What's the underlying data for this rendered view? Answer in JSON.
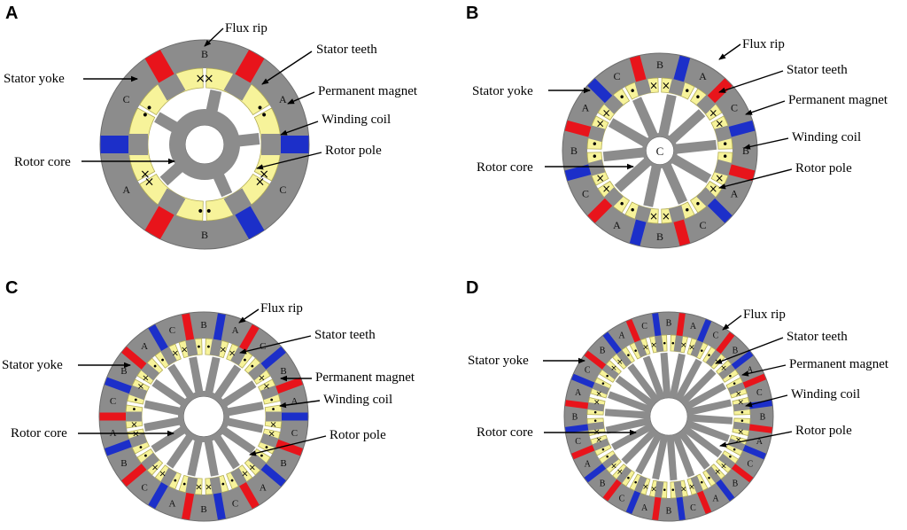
{
  "legend_colors": {
    "stator": "#8c8c8c",
    "stator_edge": "#6e6e6e",
    "rotor": "#8c8c8c",
    "coil": "#f7f39a",
    "coil_edge": "#b3ad55",
    "magnet_red": "#e8141b",
    "magnet_blue": "#1c2fc9",
    "background": "#ffffff"
  },
  "callout_texts": {
    "flux_rip": "Flux rip",
    "stator_teeth": "Stator teeth",
    "permanent_magnet": "Permanent magnet",
    "winding_coil": "Winding coil",
    "rotor_pole": "Rotor pole",
    "stator_yoke": "Stator yoke",
    "rotor_core": "Rotor core"
  },
  "winding_marks": {
    "dot": "•",
    "cross": "×"
  },
  "panels": [
    {
      "id": "A",
      "label": "A",
      "stator_slots": 6,
      "rotor_poles": 5,
      "magnet_sequence": [
        "red",
        "blue",
        "blue",
        "red",
        "blue",
        "red"
      ],
      "phase_labels": [
        "A",
        "C",
        "B",
        "A",
        "C",
        "B"
      ],
      "winding_pattern": [
        "×",
        "•",
        "×",
        "•",
        "×",
        "•"
      ],
      "center_label": ""
    },
    {
      "id": "B",
      "label": "B",
      "stator_slots": 12,
      "rotor_poles": 10,
      "magnet_sequence": [
        "blue",
        "red",
        "blue",
        "red",
        "blue",
        "red",
        "blue",
        "red",
        "blue",
        "red",
        "blue",
        "red"
      ],
      "phase_labels": [
        "A",
        "C",
        "B",
        "A",
        "C",
        "B",
        "A",
        "C",
        "B",
        "A",
        "C",
        "B"
      ],
      "winding_pattern": [
        "×",
        "•",
        "×",
        "•",
        "×",
        "•",
        "×",
        "•",
        "×",
        "•",
        "×",
        "•"
      ],
      "center_label": "C"
    },
    {
      "id": "C",
      "label": "C",
      "stator_slots": 18,
      "rotor_poles": 16,
      "magnet_sequence": [
        "blue",
        "red",
        "blue",
        "red",
        "blue",
        "red",
        "blue",
        "red",
        "blue",
        "red",
        "blue",
        "red",
        "blue",
        "red",
        "blue",
        "red",
        "blue",
        "red"
      ],
      "phase_labels": [
        "A",
        "C",
        "B",
        "A",
        "C",
        "B",
        "A",
        "C",
        "B",
        "A",
        "C",
        "B",
        "A",
        "C",
        "B",
        "A",
        "C",
        "B"
      ],
      "winding_pattern": [
        "•",
        "×",
        "•",
        "×",
        "•",
        "×",
        "•",
        "×",
        "•",
        "×",
        "•",
        "×",
        "•",
        "×",
        "•",
        "×",
        "•",
        "×"
      ],
      "center_label": ""
    },
    {
      "id": "D",
      "label": "D",
      "stator_slots": 24,
      "rotor_poles": 22,
      "magnet_sequence": [
        "red",
        "blue",
        "red",
        "blue",
        "red",
        "blue",
        "red",
        "blue",
        "red",
        "blue",
        "red",
        "blue",
        "red",
        "blue",
        "red",
        "blue",
        "red",
        "blue",
        "red",
        "blue",
        "red",
        "blue",
        "red",
        "blue"
      ],
      "phase_labels": [
        "A",
        "C",
        "B",
        "A",
        "C",
        "B",
        "A",
        "C",
        "B",
        "A",
        "C",
        "B",
        "A",
        "C",
        "B",
        "A",
        "C",
        "B",
        "A",
        "C",
        "B",
        "A",
        "C",
        "B"
      ],
      "winding_pattern": [
        "•",
        "×",
        "•",
        "×",
        "•",
        "×",
        "•",
        "×",
        "•",
        "×",
        "•",
        "×",
        "•",
        "×",
        "•",
        "×",
        "•",
        "×",
        "•",
        "×",
        "•",
        "×",
        "•",
        "×"
      ],
      "center_label": ""
    }
  ]
}
